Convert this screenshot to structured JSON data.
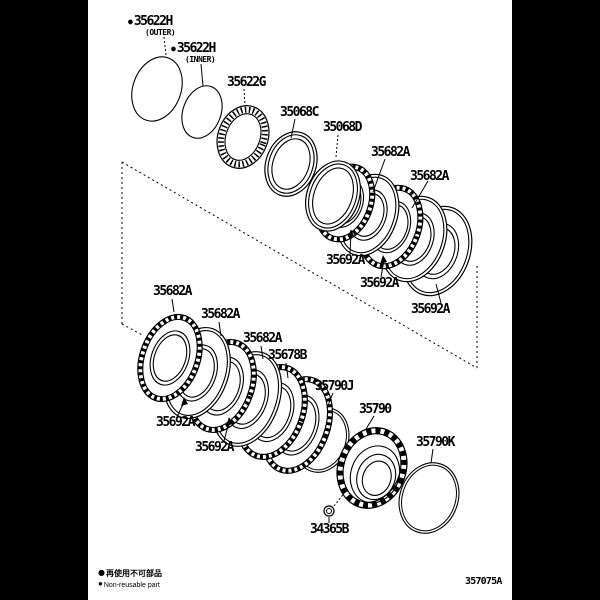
{
  "colors": {
    "line": "#000000",
    "paper": "#ffffff",
    "side_bands": "#000000"
  },
  "callouts": [
    {
      "id": "35622h-outer",
      "text": "35622H",
      "sub": "(OUTER)",
      "bullet": "●"
    },
    {
      "id": "35622h-inner",
      "text": "35622H",
      "sub": "(INNER)",
      "bullet": "●"
    },
    {
      "id": "35622g",
      "text": "35622G"
    },
    {
      "id": "35068c",
      "text": "35068C"
    },
    {
      "id": "35068d",
      "text": "35068D"
    },
    {
      "id": "35682a-upper-1",
      "text": "35682A"
    },
    {
      "id": "35682a-upper-2",
      "text": "35682A"
    },
    {
      "id": "35692a-upper-1",
      "text": "35692A"
    },
    {
      "id": "35692a-upper-2",
      "text": "35692A"
    },
    {
      "id": "35692a-upper-3",
      "text": "35692A"
    },
    {
      "id": "35682a-lower-1",
      "text": "35682A"
    },
    {
      "id": "35682a-lower-2",
      "text": "35682A"
    },
    {
      "id": "35682a-lower-3",
      "text": "35682A"
    },
    {
      "id": "35678b",
      "text": "35678B"
    },
    {
      "id": "35692a-lower-1",
      "text": "35692A"
    },
    {
      "id": "35692a-lower-2",
      "text": "35692A"
    },
    {
      "id": "35790j",
      "text": "35790J"
    },
    {
      "id": "35790",
      "text": "35790"
    },
    {
      "id": "35790k",
      "text": "35790K"
    },
    {
      "id": "34365b",
      "text": "34365B"
    }
  ],
  "footer": {
    "bullet": "●",
    "note_jp": "再使用不可部品",
    "note_en": "Non-reusable part",
    "figure_code": "357075A"
  }
}
